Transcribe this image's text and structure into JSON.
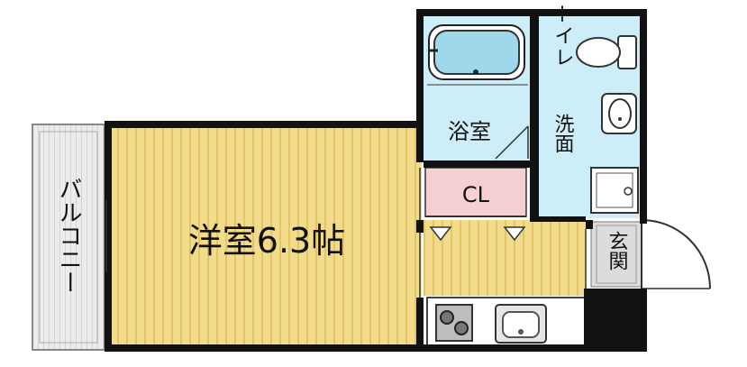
{
  "rooms": {
    "western_room": "洋室6.3帖",
    "bathroom": "浴室",
    "toilet": "トイレ",
    "washroom": "洗面",
    "closet": "CL",
    "entrance": "玄関",
    "balcony": "バルコニー"
  },
  "colors": {
    "floor_wood": "#f2dc8c",
    "floor_stripe": "#e3c467",
    "wet_area": "#cdeef8",
    "closet": "#f6cfd3",
    "balcony": "#e7e7e7",
    "entrance": "#dcdcdc",
    "wall": "#111111"
  }
}
